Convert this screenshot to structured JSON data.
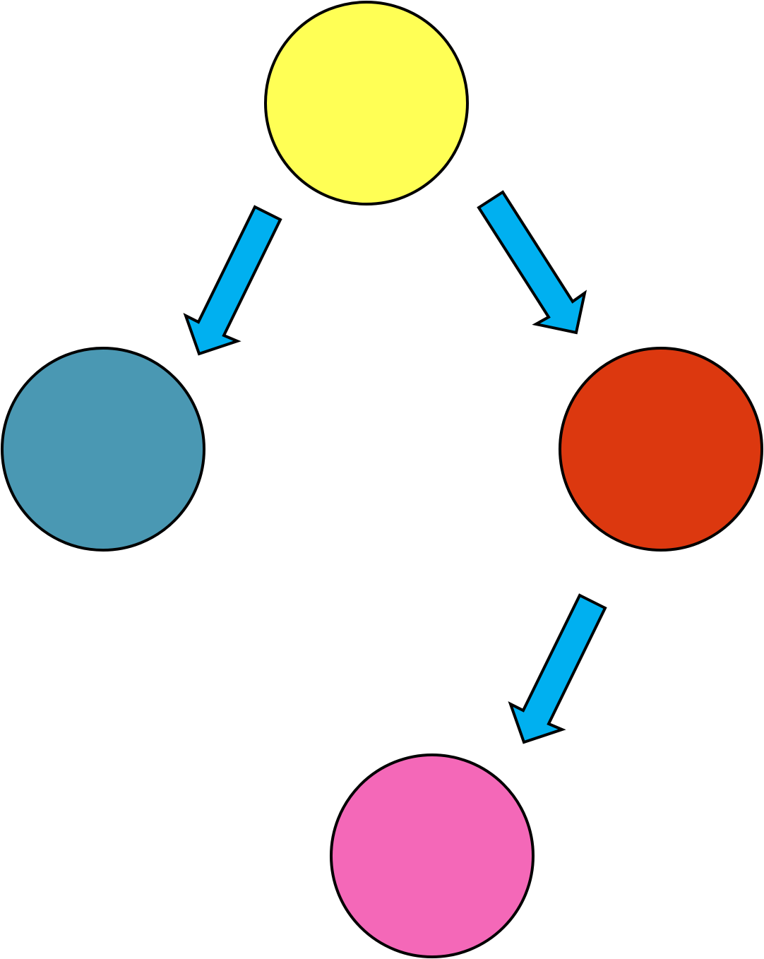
{
  "nodes": [
    {
      "id": "top",
      "color": "#FFFF55"
    },
    {
      "id": "left",
      "color": "#4A98B3"
    },
    {
      "id": "right",
      "color": "#DC380F"
    },
    {
      "id": "bottom",
      "color": "#F468B8"
    }
  ],
  "edges": [
    {
      "from": "top",
      "to": "left"
    },
    {
      "from": "top",
      "to": "right"
    },
    {
      "from": "right",
      "to": "bottom"
    }
  ],
  "arrow_color": "#00B0F0",
  "outline_color": "#000000"
}
